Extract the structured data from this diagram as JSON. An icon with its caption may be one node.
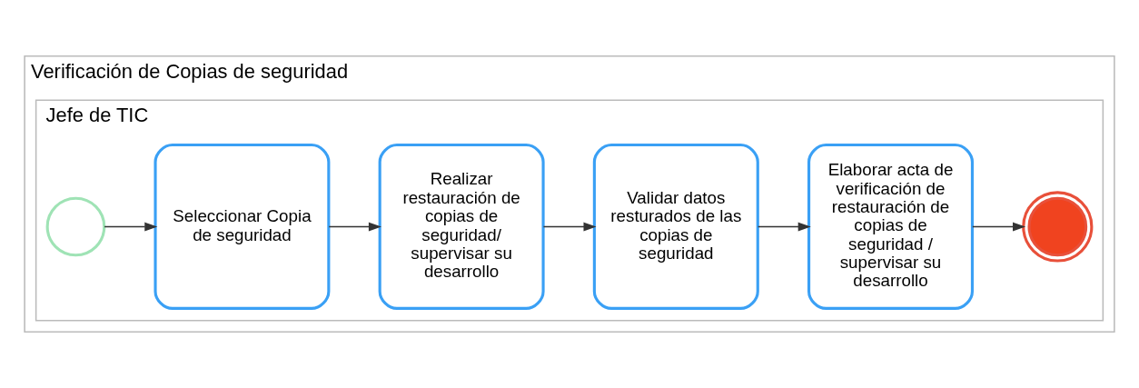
{
  "diagram": {
    "nodes": [
      {
        "text": [
          "Verificación de Copias de seguridad"
        ]
      },
      {
        "text": [
          "Jefe de TIC"
        ],
        "in": 0
      },
      {
        "text": [],
        "shape": "circle",
        "in": 1
      },
      {
        "text": [
          "Seleccionar Copia de seguridad"
        ],
        "in": 1
      },
      {
        "text": [
          "Realizar restauración de copias de seguridad/ supervisar su desarrollo"
        ],
        "in": 1
      },
      {
        "text": [
          "Validar datos resturados de las copias de seguridad"
        ],
        "in": 1
      },
      {
        "text": [
          "Elaborar acta de verificación de restauración de copias de seguridad / supervisar su desarrollo"
        ],
        "in": 1
      },
      {
        "text": [],
        "shape": "circle",
        "in": 1
      }
    ],
    "edges": [
      {
        "from": 2,
        "to": 3,
        "arrow": "to"
      },
      {
        "from": 3,
        "to": 4,
        "arrow": "to"
      },
      {
        "from": 4,
        "to": 5,
        "arrow": "to"
      },
      {
        "from": 5,
        "to": 6,
        "arrow": "to"
      },
      {
        "from": 6,
        "to": 7,
        "arrow": "to"
      }
    ]
  }
}
